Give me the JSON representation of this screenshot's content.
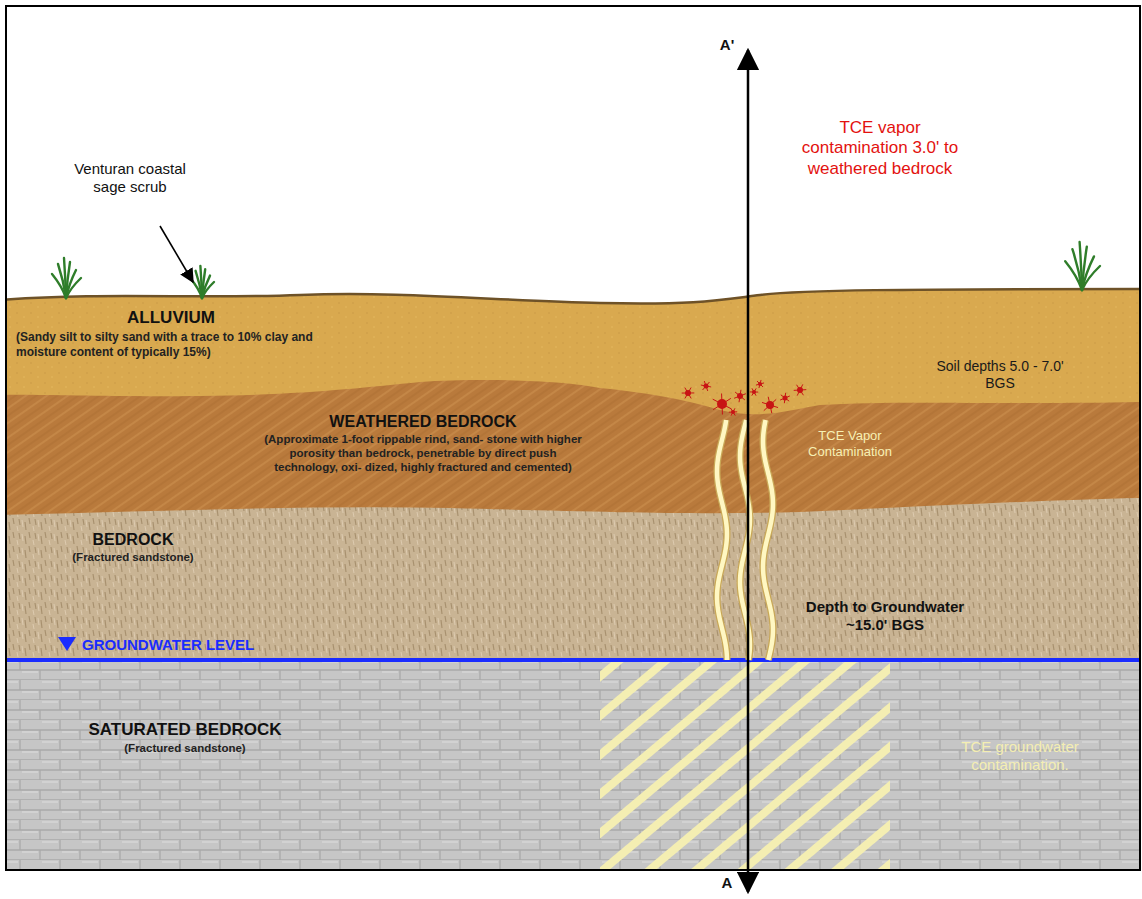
{
  "diagram": {
    "nodes": [
      {
        "text": [
          "ALLUVIUM",
          "(Sandy silt to silty sand with a trace to 10% clay and moisture content of typically 15%)"
        ]
      },
      {
        "text": [
          "WEATHERED BEDROCK",
          "(Approximate 1-foot rippable rind, sand- stone with higher porosity than bedrock, penetrable by direct push technology, oxi- dized, highly fractured and cemented)"
        ]
      },
      {
        "text": [
          "BEDROCK",
          "(Fractured sandstone)"
        ]
      },
      {
        "text": [
          "SATURATED BEDROCK",
          "(Fractured sandstone)"
        ]
      }
    ],
    "labels": [
      "Venturan coastal sage scrub",
      "A'",
      "TCE vapor contamination 3.0' to weathered bedrock",
      "Soil depths 5.0 - 7.0' BGS",
      "TCE Vapor Contamination",
      "Depth to Groundwater ~15.0' BGS",
      "GROUNDWATER LEVEL",
      "TCE groundwater contamination.",
      "A"
    ]
  }
}
